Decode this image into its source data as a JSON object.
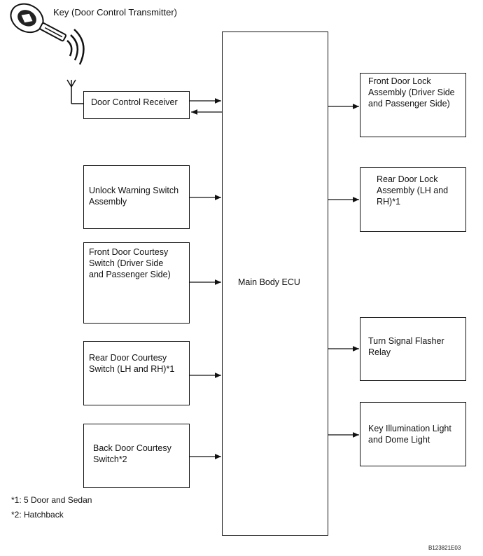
{
  "title": "Key (Door Control Transmitter)",
  "ecu": {
    "label": "Main Body ECU"
  },
  "inputs": [
    {
      "id": "door-control-receiver",
      "label": "Door Control Receiver"
    },
    {
      "id": "unlock-warning-switch",
      "label": "Unlock Warning Switch\nAssembly"
    },
    {
      "id": "front-door-courtesy-switch",
      "label": "Front Door Courtesy\nSwitch (Driver Side\nand Passenger Side)"
    },
    {
      "id": "rear-door-courtesy-switch",
      "label": "Rear Door Courtesy\nSwitch (LH and RH)*1"
    },
    {
      "id": "back-door-courtesy-switch",
      "label": "Back Door Courtesy\nSwitch*2"
    }
  ],
  "outputs": [
    {
      "id": "front-door-lock-assembly",
      "label": "Front Door Lock\nAssembly (Driver Side\nand Passenger Side)"
    },
    {
      "id": "rear-door-lock-assembly",
      "label": "Rear Door Lock\nAssembly (LH and\nRH)*1"
    },
    {
      "id": "turn-signal-flasher-relay",
      "label": "Turn Signal Flasher\nRelay"
    },
    {
      "id": "key-illumination-light",
      "label": "Key Illumination Light\nand Dome Light"
    }
  ],
  "notes": [
    "*1: 5 Door and Sedan",
    "*2: Hatchback"
  ],
  "figure_code": "B123821E03"
}
